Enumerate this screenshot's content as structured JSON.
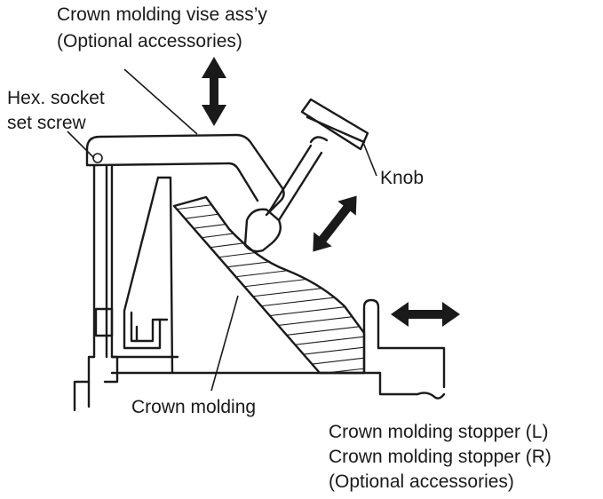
{
  "labels": {
    "vise_line1": "Crown molding vise ass’y",
    "vise_line2": "(Optional accessories)",
    "hex_line1": "Hex. socket",
    "hex_line2": "set screw",
    "knob": "Knob",
    "crown_molding": "Crown molding",
    "stopper_line1": "Crown molding stopper (L)",
    "stopper_line2": "Crown molding stopper (R)",
    "stopper_line3": "(Optional accessories)"
  },
  "colors": {
    "ink": "#1a1a1a",
    "background": "#ffffff"
  }
}
